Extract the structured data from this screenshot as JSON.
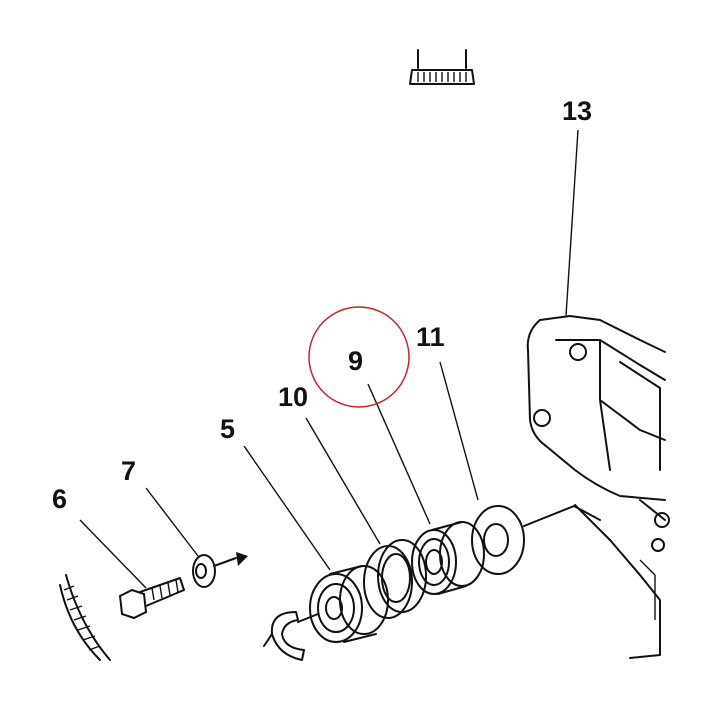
{
  "diagram": {
    "highlight_color": "#c8232c",
    "line_color": "#111111",
    "callouts": [
      {
        "id": "6",
        "text": "6"
      },
      {
        "id": "7",
        "text": "7"
      },
      {
        "id": "5",
        "text": "5"
      },
      {
        "id": "10",
        "text": "10"
      },
      {
        "id": "9",
        "text": "9"
      },
      {
        "id": "11",
        "text": "11"
      },
      {
        "id": "13",
        "text": "13"
      }
    ],
    "highlighted_callout": "9"
  }
}
